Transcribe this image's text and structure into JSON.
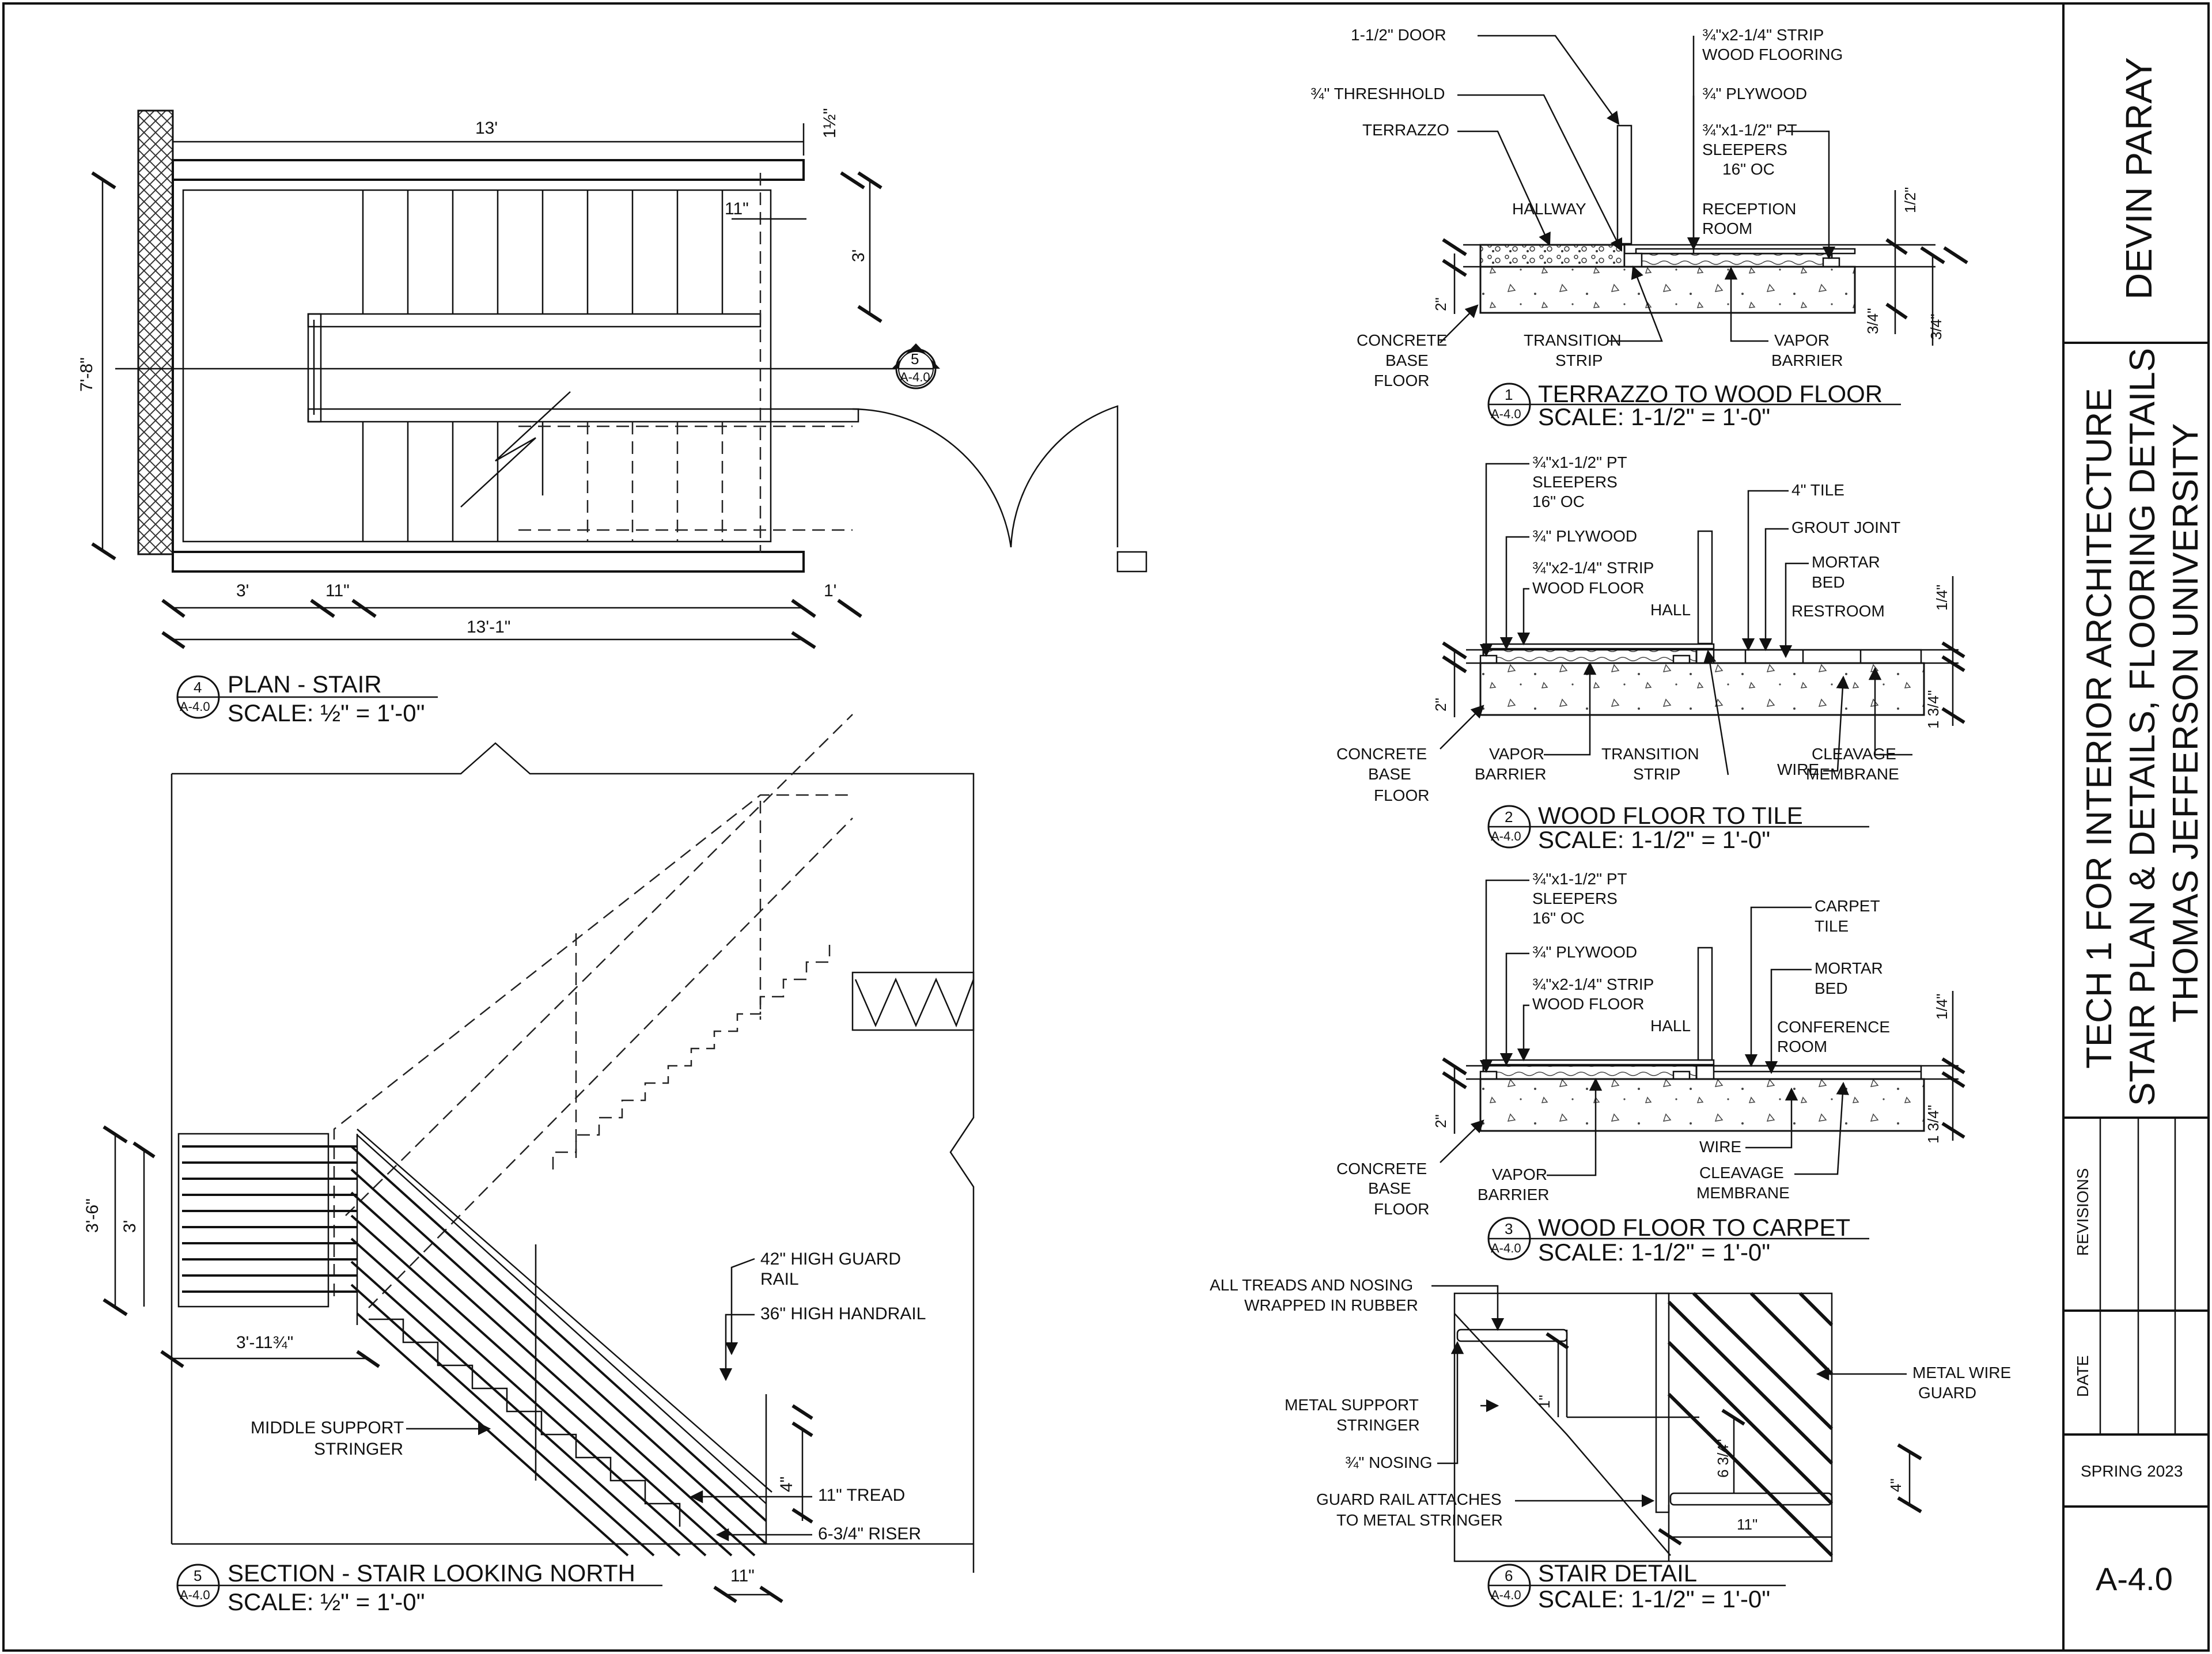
{
  "title_block": {
    "designer": "DEVIN PARAY",
    "course": "TECH 1 FOR INTERIOR ARCHITECTURE",
    "sheet_title": "STAIR PLAN & DETAILS, FLOORING DETAILS",
    "school": "THOMAS JEFFERSON UNIVERSITY",
    "revisions_label": "REVISIONS",
    "date_label": "DATE",
    "date_value": "SPRING 2023",
    "sheet_number": "A-4.0"
  },
  "drawings": {
    "plan": {
      "num": "4",
      "ref": "A-4.0",
      "title": "PLAN - STAIR",
      "scale": "SCALE: ½\" = 1'-0\"",
      "dims": {
        "top": "13'",
        "rail": "1½\"",
        "gap": "11\"",
        "three": "3'",
        "height": "7'-8\"",
        "bl3": "3'",
        "bl11": "11\"",
        "total": "13'-1\"",
        "one": "1'"
      },
      "section_tag": {
        "num": "5",
        "ref": "A-4.0"
      }
    },
    "section": {
      "num": "5",
      "ref": "A-4.0",
      "title": "SECTION - STAIR LOOKING NORTH",
      "scale": "SCALE: ½\" = 1'-0\"",
      "dims": {
        "h36": "3'-6\"",
        "h3": "3'",
        "run": "3'-11¾\"",
        "four": "4\"",
        "eleven": "11\""
      },
      "labels": {
        "guard": "42\" HIGH GUARD",
        "guard2": "RAIL",
        "handrail": "36\" HIGH HANDRAIL",
        "stringer1": "MIDDLE SUPPORT",
        "stringer2": "STRINGER",
        "tread": "11\" TREAD",
        "riser": "6-3/4\" RISER"
      }
    },
    "d1": {
      "num": "1",
      "ref": "A-4.0",
      "title": "TERRAZZO TO WOOD FLOOR",
      "scale": "SCALE: 1-1/2\" = 1'-0\"",
      "labels": {
        "door": "1-1/2\" DOOR",
        "thresh": "¾\" THRESHHOLD",
        "terrazzo": "TERRAZZO",
        "strip1": "¾\"x2-1/4\" STRIP",
        "strip2": "WOOD FLOORING",
        "ply": "¾\" PLYWOOD",
        "sl1": "¾\"x1-1/2\" PT",
        "sl2": "SLEEPERS",
        "sl3": "16\" OC",
        "hallway": "HALLWAY",
        "rec1": "RECEPTION",
        "rec2": "ROOM",
        "conc1": "CONCRETE",
        "conc2": "BASE",
        "conc3": "FLOOR",
        "trans1": "TRANSITION",
        "trans2": "STRIP",
        "vap1": "VAPOR",
        "vap2": "BARRIER",
        "d2": "2\"",
        "d34": "3/4\"",
        "d34b": "3/4\"",
        "dhalf": "1/2\""
      }
    },
    "d2": {
      "num": "2",
      "ref": "A-4.0",
      "title": "WOOD FLOOR TO TILE",
      "scale": "SCALE: 1-1/2\" = 1'-0\"",
      "labels": {
        "sl1": "¾\"x1-1/2\" PT",
        "sl2": "SLEEPERS",
        "sl3": "16\" OC",
        "ply": "¾\" PLYWOOD",
        "strip1": "¾\"x2-1/4\" STRIP",
        "strip2": "WOOD FLOOR",
        "hall": "HALL",
        "tile": "4\" TILE",
        "grout": "GROUT JOINT",
        "mortar1": "MORTAR",
        "mortar2": "BED",
        "room": "RESTROOM",
        "conc1": "CONCRETE",
        "conc2": "BASE",
        "conc3": "FLOOR",
        "vap1": "VAPOR",
        "vap2": "BARRIER",
        "trans1": "TRANSITION",
        "trans2": "STRIP",
        "wire": "WIRE",
        "cleav1": "CLEAVAGE",
        "cleav2": "MEMBRANE",
        "d2": "2\"",
        "d134": "1 3/4\"",
        "d14": "1/4\""
      }
    },
    "d3": {
      "num": "3",
      "ref": "A-4.0",
      "title": "WOOD FLOOR TO CARPET",
      "scale": "SCALE: 1-1/2\" = 1'-0\"",
      "labels": {
        "sl1": "¾\"x1-1/2\" PT",
        "sl2": "SLEEPERS",
        "sl3": "16\" OC",
        "ply": "¾\" PLYWOOD",
        "strip1": "¾\"x2-1/4\" STRIP",
        "strip2": "WOOD FLOOR",
        "hall": "HALL",
        "carpet1": "CARPET",
        "carpet2": "TILE",
        "mortar1": "MORTAR",
        "mortar2": "BED",
        "room1": "CONFERENCE",
        "room2": "ROOM",
        "conc1": "CONCRETE",
        "conc2": "BASE",
        "conc3": "FLOOR",
        "vap1": "VAPOR",
        "vap2": "BARRIER",
        "wire": "WIRE",
        "cleav1": "CLEAVAGE",
        "cleav2": "MEMBRANE",
        "d2": "2\"",
        "d134": "1 3/4\"",
        "d14": "1/4\""
      }
    },
    "d6": {
      "num": "6",
      "ref": "A-4.0",
      "title": "STAIR DETAIL",
      "scale": "SCALE: 1-1/2\" = 1'-0\"",
      "labels": {
        "treads1": "ALL TREADS AND  NOSING",
        "treads2": "WRAPPED IN RUBBER",
        "metal1": "METAL SUPPORT",
        "metal2": "STRINGER",
        "nosing": "¾\" NOSING",
        "ga1": "GUARD RAIL ATTACHES",
        "ga2": "TO METAL STRINGER",
        "wire1": "METAL WIRE",
        "wire2": "GUARD",
        "d1": "1\"",
        "d634": "6 3/4\"",
        "d4": "4\"",
        "d11": "11\""
      }
    }
  }
}
